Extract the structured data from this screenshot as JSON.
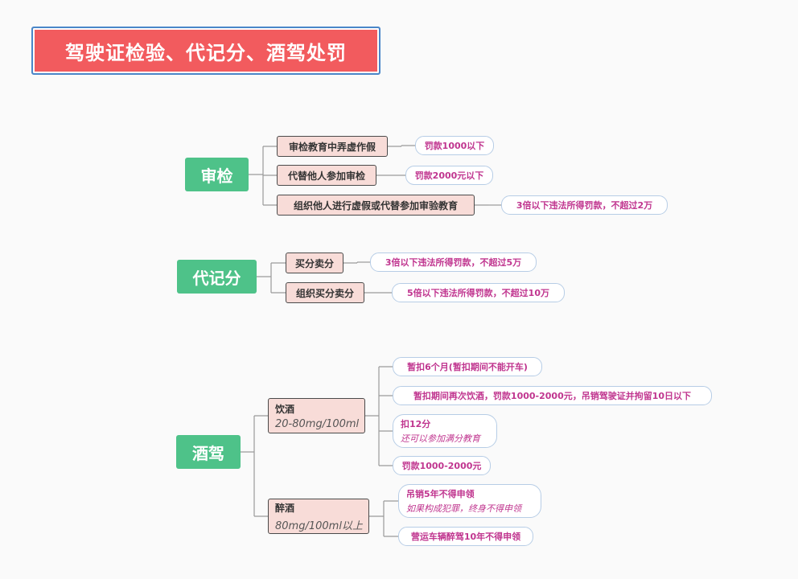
{
  "title": "驾驶证检验、代记分、酒驾处罚",
  "colors": {
    "title_bg": "#f25b5e",
    "main_bg": "#4ec289",
    "sub_bg": "#f8dcd8",
    "leaf_text": "#c0358f",
    "leaf_border": "#b7cde6",
    "line": "#9a9a9a"
  },
  "groups": [
    {
      "label": "审检",
      "items": [
        {
          "label": "审检教育中弄虚作假",
          "children": [
            {
              "text": "罚款1000以下"
            }
          ]
        },
        {
          "label": "代替他人参加审检",
          "children": [
            {
              "text": "罚款2000元以下"
            }
          ]
        },
        {
          "label": "组织他人进行虚假或代替参加审验教育",
          "children": [
            {
              "text": "3倍以下违法所得罚款，不超过2万"
            }
          ]
        }
      ]
    },
    {
      "label": "代记分",
      "items": [
        {
          "label": "买分卖分",
          "children": [
            {
              "text": "3倍以下违法所得罚款，不超过5万"
            }
          ]
        },
        {
          "label": "组织买分卖分",
          "children": [
            {
              "text": "5倍以下违法所得罚款，不超过10万"
            }
          ]
        }
      ]
    },
    {
      "label": "酒驾",
      "items": [
        {
          "label": "饮酒",
          "note": "20-80mg/100ml",
          "children": [
            {
              "text": "暂扣6个月(暂扣期间不能开车)"
            },
            {
              "text": "暂扣期间再次饮酒，罚款1000-2000元，吊销驾驶证并拘留10日以下"
            },
            {
              "text": "扣12分",
              "note": "还可以参加满分教育"
            },
            {
              "text": "罚款1000-2000元"
            }
          ]
        },
        {
          "label": "醉酒",
          "note": "80mg/100ml以上",
          "children": [
            {
              "text": "吊销5年不得申领",
              "note": "如果构成犯罪，终身不得申领"
            },
            {
              "text": "营运车辆醉驾10年不得申领"
            }
          ]
        }
      ]
    }
  ]
}
